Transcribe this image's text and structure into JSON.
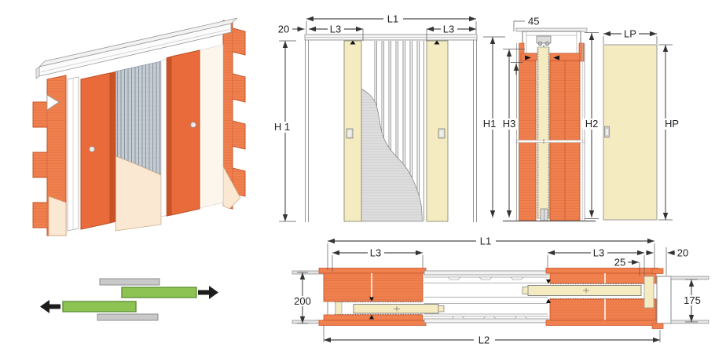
{
  "colors": {
    "orange": "#F0814F",
    "orange_dark": "#C7552A",
    "orange_door": "#E96B3B",
    "orange_door_dark": "#BE4F24",
    "cream": "#F5EBC1",
    "cream_border": "#8C8C74",
    "cream_board": "#FAE8D2",
    "cream_board_border": "#C9A87F",
    "mesh": "#C6CDD3",
    "mesh_line": "#86919C",
    "plaster": "#DEDEDE",
    "plaster_line": "#CFCFCF",
    "line_gray": "#888888",
    "dim": "#222222",
    "green": "#8DC352",
    "green_dark": "#61913A",
    "bar_gray": "#C9C9C9",
    "bar_gray_dark": "#8E8E8E",
    "black": "#1C1C1C",
    "white": "#FFFFFF"
  },
  "views": {
    "schematic": {
      "icons": [
        "arrow-left",
        "arrow-right"
      ]
    },
    "elevation": {
      "labels": {
        "l1": "L1",
        "gap20": "20",
        "l3_left": "L3",
        "l3_right": "L3",
        "h1": "H 1"
      }
    },
    "section": {
      "labels": {
        "d45": "45",
        "h1": "H1",
        "h3": "H3",
        "h2": "H2",
        "lp": "LP",
        "hp": "HP"
      }
    },
    "plan": {
      "labels": {
        "l1": "L1",
        "l3_left": "L3",
        "l3_right": "L3",
        "d25": "25",
        "d20": "20",
        "d200": "200",
        "d175": "175",
        "l2": "L2"
      }
    }
  }
}
